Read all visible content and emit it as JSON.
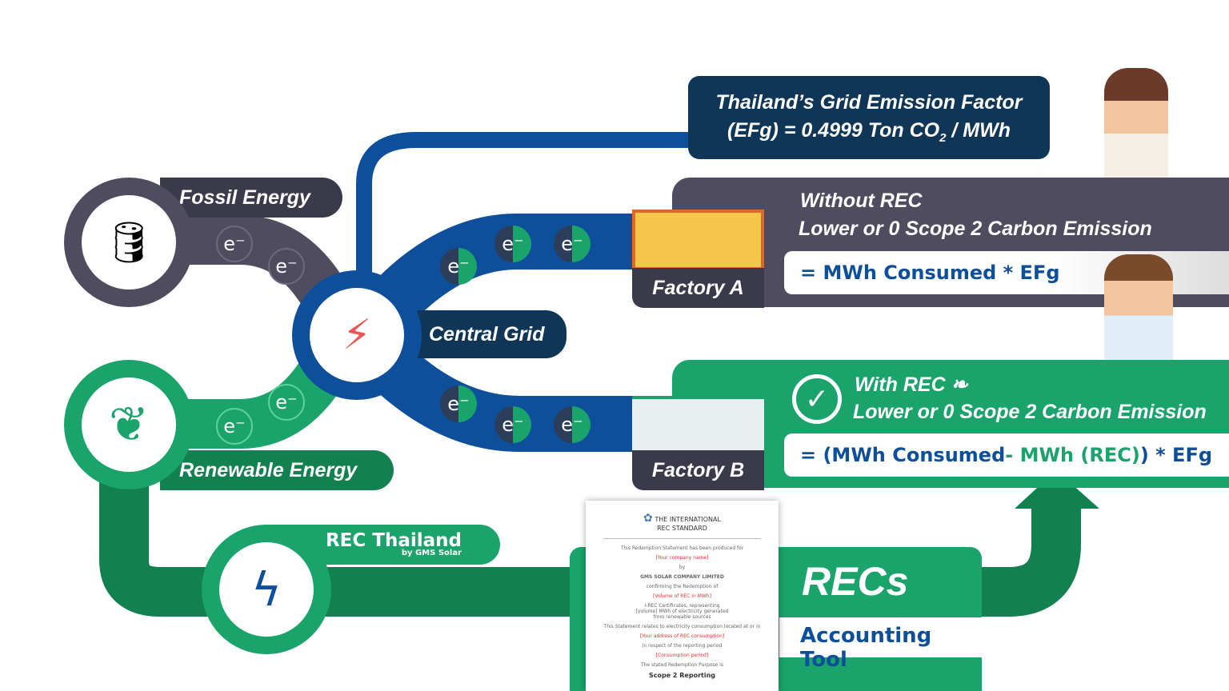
{
  "emission_factor": {
    "line1": "Thailand’s Grid Emission Factor",
    "line2_prefix": "(EFg) = 0.4999 Ton CO",
    "line2_sub": "2",
    "line2_suffix": " / MWh"
  },
  "sources": {
    "fossil": "Fossil Energy",
    "renewable": "Renewable Energy",
    "grid": "Central Grid"
  },
  "electron": "e⁻",
  "factory_a": {
    "label": "Factory A",
    "title": "Without REC",
    "subtitle": "Lower or 0 Scope 2 Carbon Emission",
    "formula": "= MWh Consumed * EFg"
  },
  "factory_b": {
    "label": "Factory B",
    "title": "With REC",
    "subtitle": "Lower or 0 Scope 2 Carbon Emission",
    "formula_a": "= (MWh Consumed ",
    "formula_b": "- MWh (REC)",
    "formula_c": ") * EFg"
  },
  "rec_thailand": {
    "title": "REC Thailand",
    "by": "by GMS Solar"
  },
  "recs": {
    "title": "RECs",
    "subtitle": "Accounting Tool"
  },
  "certificate": {
    "org1": "THE INTERNATIONAL",
    "org2": "REC STANDARD",
    "l1": "This Redemption Statement has been produced for",
    "l2": "[Your company name]",
    "l3": "by",
    "l4": "GMS SOLAR COMPANY LIMITED",
    "l5": "confirming the Redemption of",
    "l6": "[Volume of REC in MWh]",
    "l7": "I-REC Certificates, representing [volume] MWh of electricity generated from renewable sources",
    "l8": "This Statement relates to electricity consumption located at or in",
    "l9": "[Your address of REC consumption]",
    "l10": "in respect of the reporting period",
    "l11": "[Consumption period]",
    "l12": "The stated Redemption Purpose is",
    "l13": "Scope 2 Reporting"
  },
  "colors": {
    "navy": "#0f3557",
    "blue": "#0d4f9a",
    "gray": "#4e4c5e",
    "green": "#1aa36b",
    "dark_green": "#13804f"
  }
}
